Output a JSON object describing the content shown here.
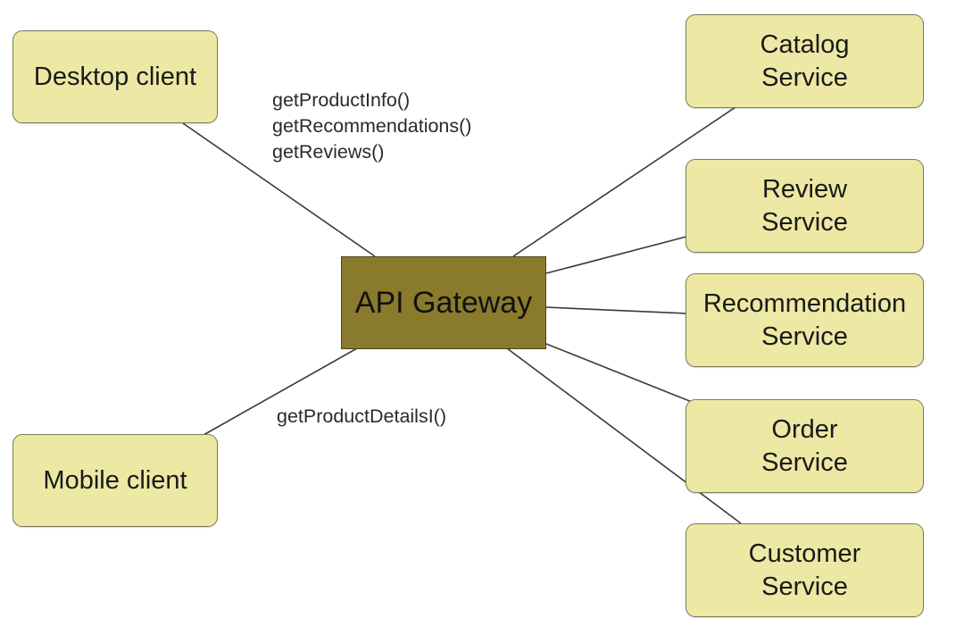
{
  "clients": {
    "desktop": "Desktop client",
    "mobile": "Mobile client"
  },
  "gateway": {
    "label": "API Gateway"
  },
  "services": {
    "catalog": {
      "line1": "Catalog",
      "line2": "Service"
    },
    "review": {
      "line1": "Review",
      "line2": "Service"
    },
    "recommendation": {
      "line1": "Recommendation",
      "line2": "Service"
    },
    "order": {
      "line1": "Order",
      "line2": "Service"
    },
    "customer": {
      "line1": "Customer",
      "line2": "Service"
    }
  },
  "desktop_calls": [
    "getProductInfo()",
    "getRecommendations()",
    "getReviews()"
  ],
  "mobile_calls": [
    "getProductDetailsI()"
  ],
  "colors": {
    "node_fill": "#ede8a4",
    "node_border": "#7c7a58",
    "gateway_fill": "#8a7a2c",
    "connector": "#3a3a3a"
  }
}
